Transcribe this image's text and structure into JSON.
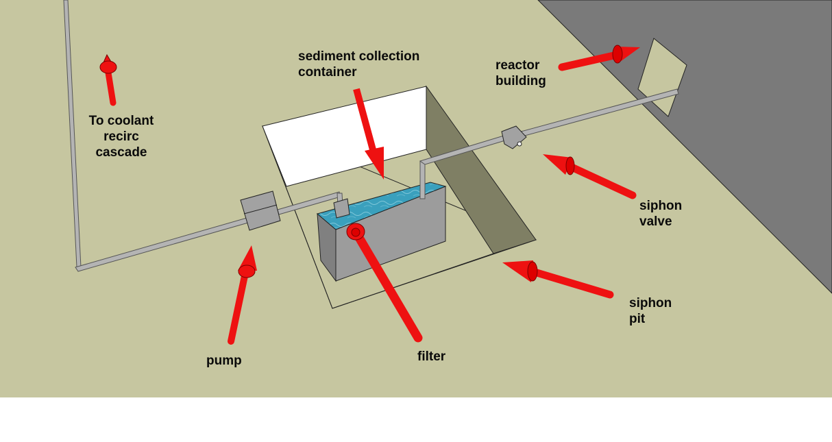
{
  "colors": {
    "ground": "#c6c6a0",
    "building": "#7a7a7a",
    "pit_wall_shadow": "#7f7f64",
    "pit_wall_lit": "#ffffff",
    "container_side": "#9c9c9c",
    "water": "#3aa0bd",
    "pipe": "#b4b4b4",
    "arrow": "#ee1111",
    "arrow_dark": "#a00000",
    "blank_strip": "#ffffff"
  },
  "labels": {
    "coolant": [
      "To coolant",
      "recirc",
      "cascade"
    ],
    "sediment": [
      "sediment collection",
      "container"
    ],
    "reactor": [
      "reactor",
      "building"
    ],
    "siphon_valve": [
      "siphon",
      "valve"
    ],
    "siphon_pit": [
      "siphon",
      "pit"
    ],
    "pump": "pump",
    "filter": "filter"
  }
}
